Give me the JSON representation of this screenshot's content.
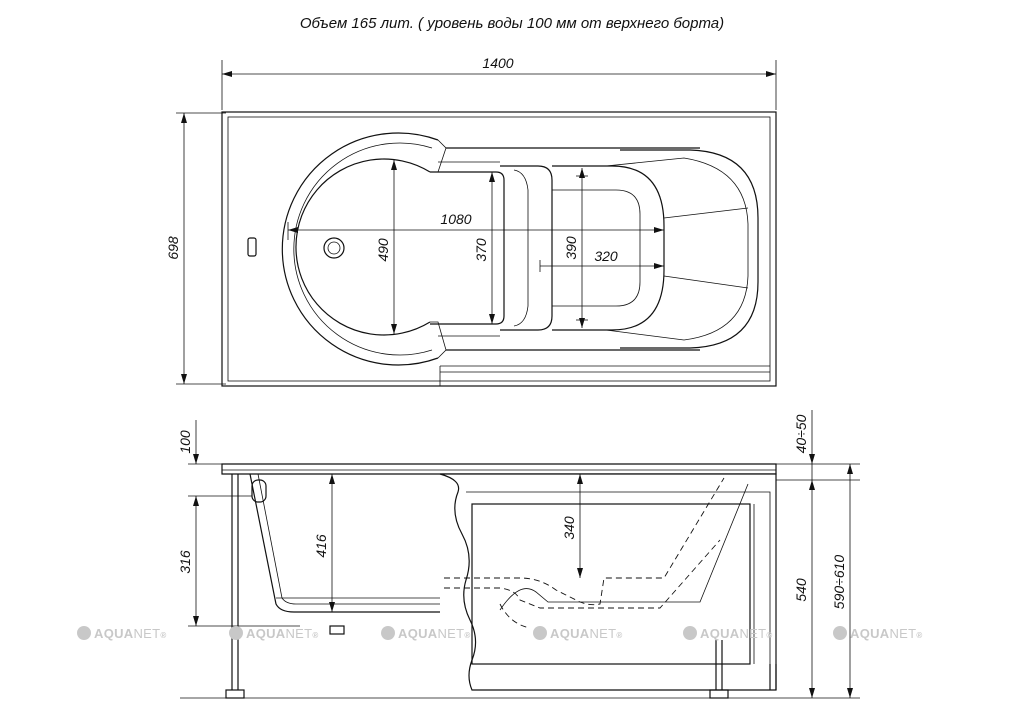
{
  "title": "Объем 165 лит. ( уровень воды  100 мм от верхнего борта)",
  "plan_view": {
    "width_label": "1400",
    "height_label": "698",
    "inner_length_label": "1080",
    "bowl_width_label": "490",
    "seat_width_label": "370",
    "foot_width_label": "390",
    "foot_length_label": "320"
  },
  "side_view": {
    "rim_drop_label": "100",
    "leg_gap_label": "40÷50",
    "bowl_depth_label": "416",
    "foot_depth_label": "340",
    "water_depth_label": "316",
    "body_height_label": "540",
    "total_height_label": "590÷610"
  },
  "watermark": {
    "brand_a": "AQUA",
    "brand_b": "NET",
    "mark": "®"
  },
  "colors": {
    "line": "#111111",
    "watermark": "#c8c8c8"
  }
}
